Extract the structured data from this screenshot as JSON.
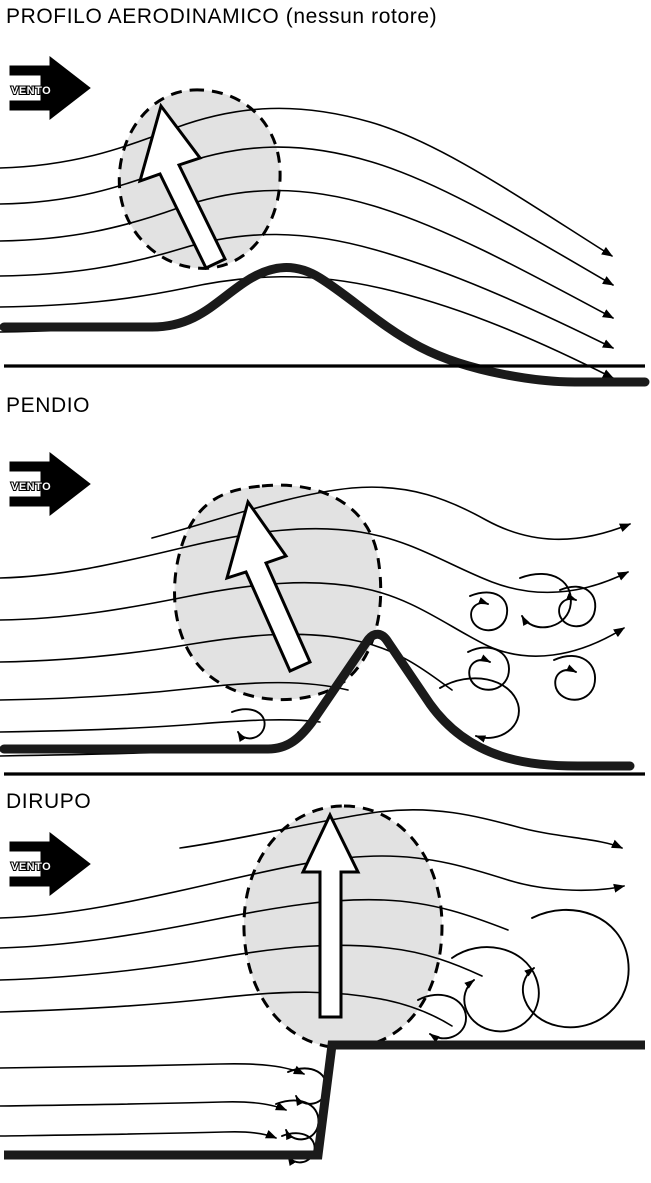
{
  "figure": {
    "title_line": "PROFILO AERODINAMICO (nessun rotore)",
    "language": "it",
    "colors": {
      "background": "#ffffff",
      "ink": "#000000",
      "terrain": "#1a1a1a",
      "lift_zone_fill": "#e2e2e2",
      "lift_arrow_fill": "#ffffff"
    }
  },
  "panels": [
    {
      "id": "panel-profilo",
      "title": "PROFILO AERODINAMICO (nessun rotore)",
      "wind_label": "VENTO",
      "terrain_type": "rounded hill / streamlined profile",
      "lift_arrow": {
        "direction": "up-left",
        "angle_deg": 70
      },
      "rotors_present": false,
      "rotor_count": 0,
      "streamline_count": 6
    },
    {
      "id": "panel-pendio",
      "title": "PENDIO",
      "wind_label": "VENTO",
      "terrain_type": "sharp peak / slope",
      "lift_arrow": {
        "direction": "up-left",
        "angle_deg": 72
      },
      "rotors_present": true,
      "rotor_count": 7,
      "streamline_count": 7
    },
    {
      "id": "panel-dirupo",
      "title": "DIRUPO",
      "wind_label": "VENTO",
      "terrain_type": "cliff / escarpment",
      "lift_arrow": {
        "direction": "up",
        "angle_deg": 90
      },
      "rotors_present": true,
      "rotor_count": 6,
      "streamline_count": 8
    }
  ]
}
